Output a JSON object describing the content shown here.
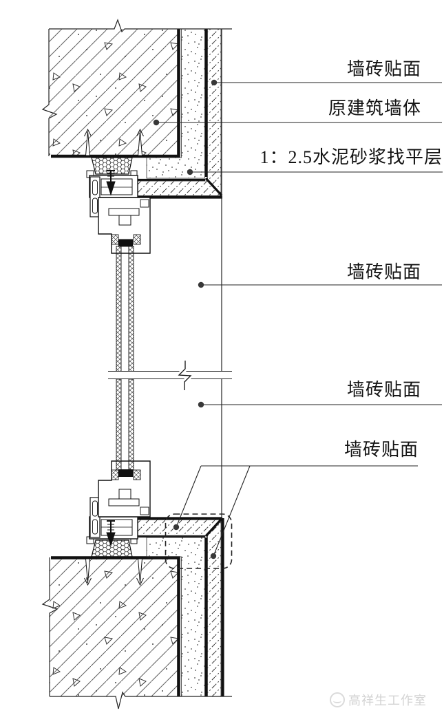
{
  "callouts": [
    {
      "text": "墙砖贴面"
    },
    {
      "text": "原建筑墙体"
    },
    {
      "text": "1：2.5水泥砂浆找平层"
    },
    {
      "text": "墙砖贴面"
    },
    {
      "text": "墙砖贴面"
    },
    {
      "text": "墙砖贴面"
    }
  ],
  "watermark": {
    "text": "高祥生工作室"
  },
  "colors": {
    "ink": "#141414",
    "hatch": "#555555",
    "leader_dot": "#383838",
    "watermark_gray": "#d3d3d3",
    "background": "#ffffff"
  }
}
